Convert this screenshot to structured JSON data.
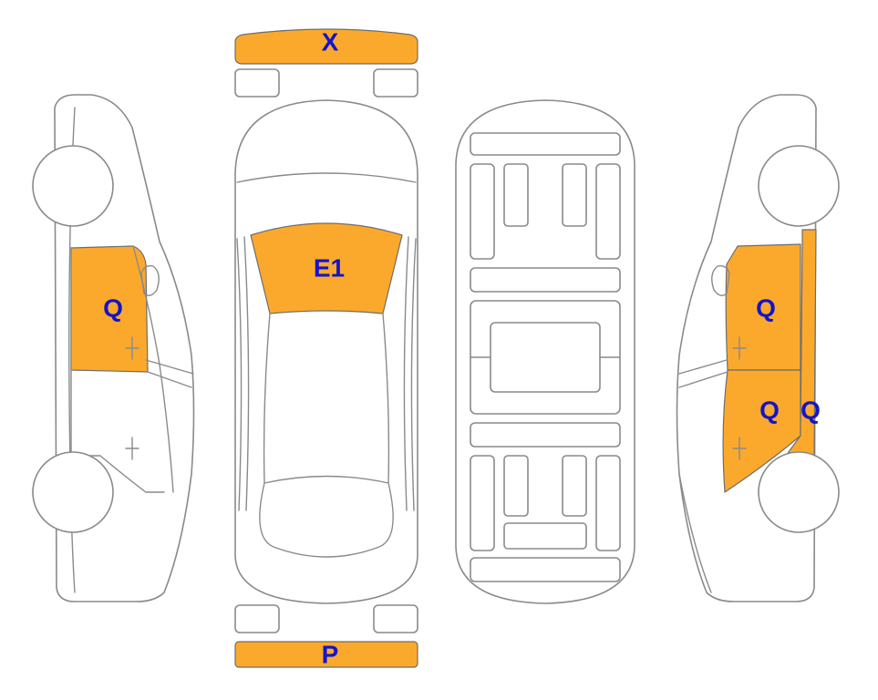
{
  "colors": {
    "highlight": "#fba92d",
    "label": "#1414c8",
    "outline": "#8a8a8a",
    "background": "#ffffff"
  },
  "labels": {
    "front_bumper": "X",
    "windshield": "E1",
    "rear_bumper": "P",
    "left_front_door": "Q",
    "right_rear_door": "Q",
    "right_front_door": "Q",
    "right_pillar": "Q"
  }
}
